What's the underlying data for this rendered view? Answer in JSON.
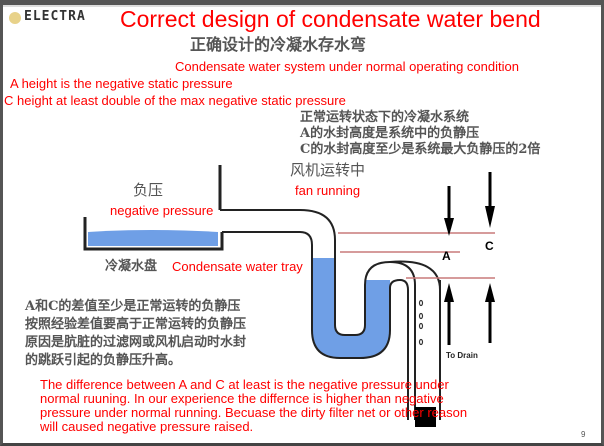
{
  "logo": "ELECTRA",
  "title_en": "Correct design of condensate water bend",
  "title_cn": "正确设计的冷凝水存水弯",
  "system_en": "Condensate water system under normal operating condition",
  "system_cn": [
    "正常运转状态下的冷凝水系统",
    "A的水封高度是系统中的负静压",
    "C的水封高度至少是系统最大负静压的2倍"
  ],
  "a_height_en": "A height is the negative static pressure",
  "c_height_en": "C height at least double of the max negative static pressure",
  "fan_cn": "风机运转中",
  "fan_en": "fan running",
  "neg_cn": "负压",
  "neg_en": "negative pressure",
  "tray_cn": "冷凝水盘",
  "tray_en": "Condensate water tray",
  "label_a": "A",
  "label_c": "C",
  "to_drain": "To Drain",
  "diff_cn": [
    "A和C的差值至少是正常运转的负静压",
    "按照经验差值要高于正常运转的负静压",
    "原因是肮脏的过滤网或风机启动时水封",
    "的跳跃引起的负静压升高。"
  ],
  "diff_en": [
    "The difference between  A and C at least is the negative pressure under",
    "normal ruuning. In our experience the differnce is  higher  than negative",
    "pressure under normal running. Becuase the dirty filter net or other reason",
    "will caused negative pressure raised."
  ],
  "page_number": "9",
  "colors": {
    "water": "#6f9fe6",
    "annot": "#ff0000",
    "guide": "#c97a7a"
  }
}
